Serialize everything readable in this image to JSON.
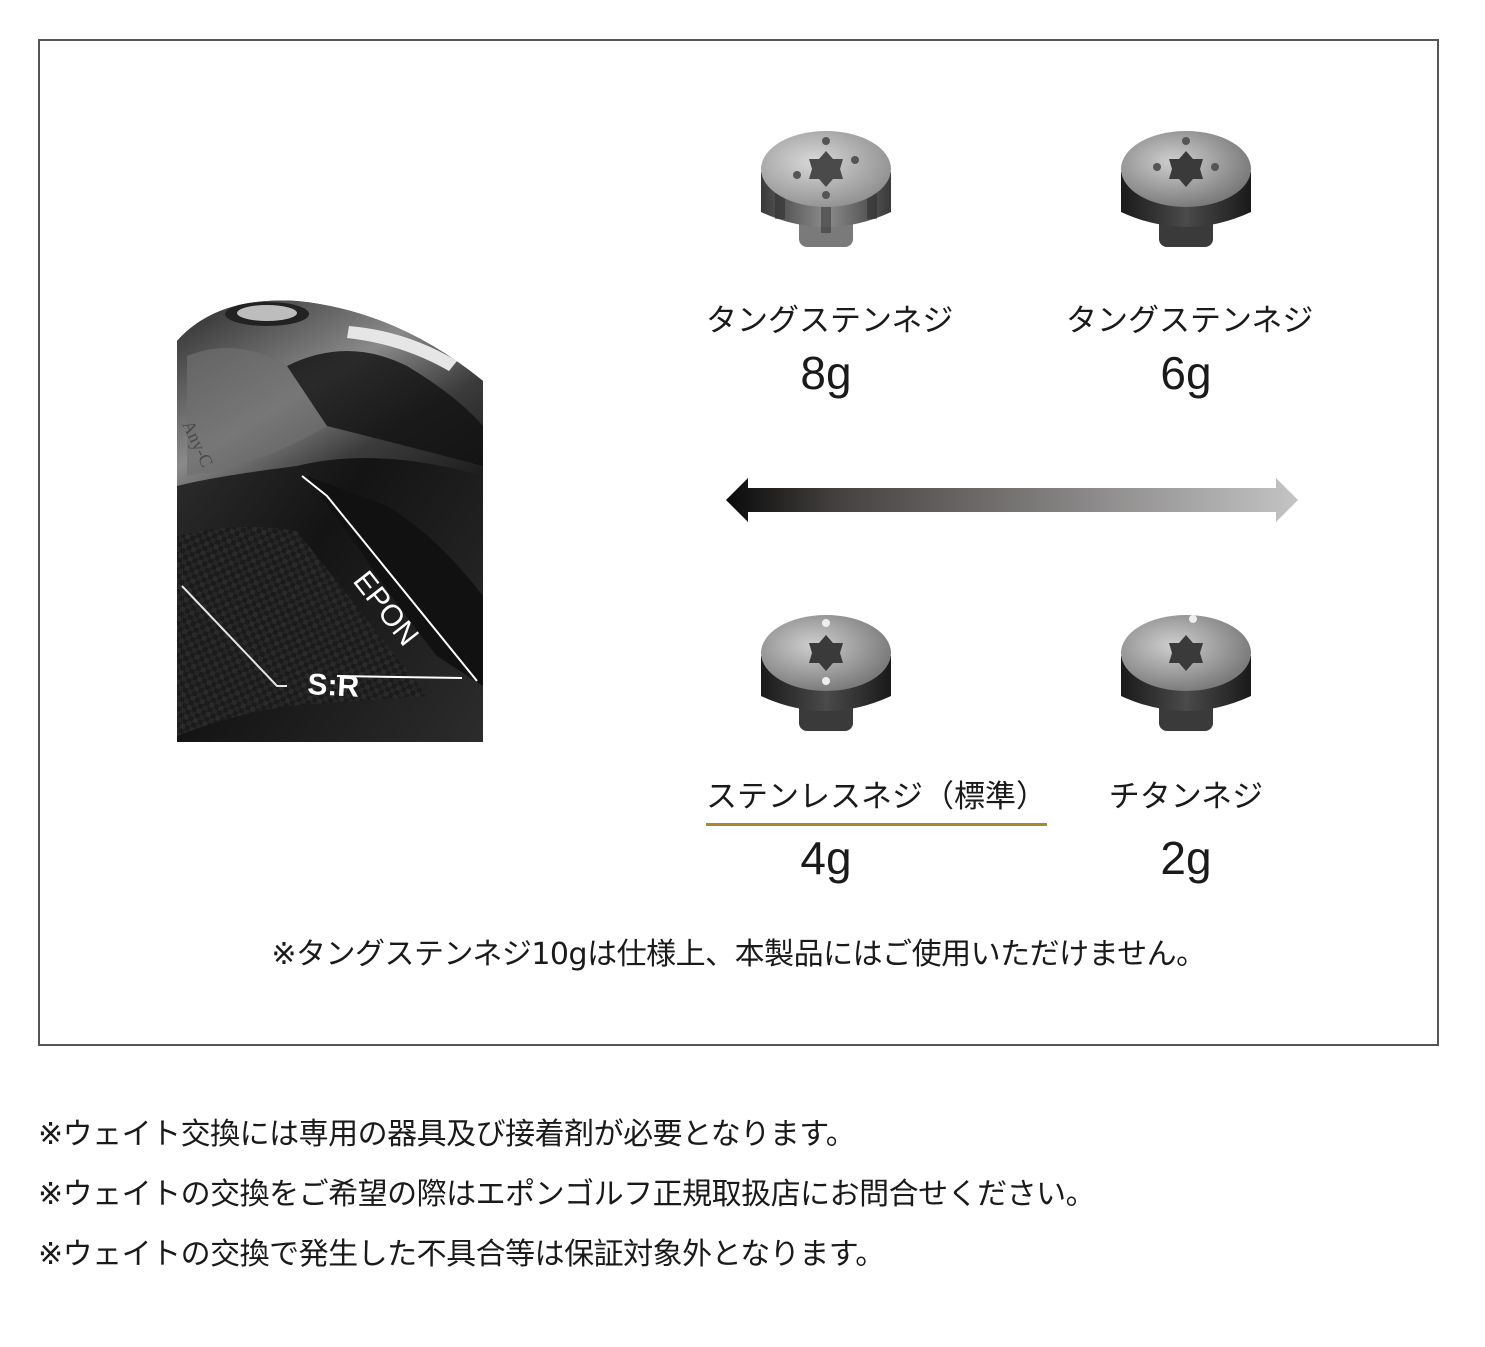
{
  "club_image": {
    "brand_text": "EPON",
    "model_text": "S:R",
    "engraving_text": "Any-C"
  },
  "weights": [
    {
      "name": "タングステンネジ",
      "grams": "8g",
      "holes": 4,
      "tone": "silver"
    },
    {
      "name": "タングステンネジ",
      "grams": "6g",
      "holes": 3,
      "tone": "dark"
    },
    {
      "name": "ステンレスネジ（標準）",
      "grams": "4g",
      "holes": 2,
      "tone": "dark",
      "standard": true
    },
    {
      "name": "チタンネジ",
      "grams": "2g",
      "holes": 1,
      "tone": "dark"
    }
  ],
  "arrow": {
    "direction": "both",
    "gradient_start": "#0a0a0a",
    "gradient_end": "#c4c4c4"
  },
  "panel_note": "※タングステンネジ10gは仕様上、本製品にはご使用いただけません。",
  "notes": [
    "※ウェイト交換には専用の器具及び接着剤が必要となります。",
    "※ウェイトの交換をご希望の際はエポンゴルフ正規取扱店にお問合せください。",
    "※ウェイトの交換で発生した不具合等は保証対象外となります。"
  ],
  "colors": {
    "border": "#555555",
    "standard_underline": "#a88a2d",
    "text": "#1a1a1a"
  }
}
